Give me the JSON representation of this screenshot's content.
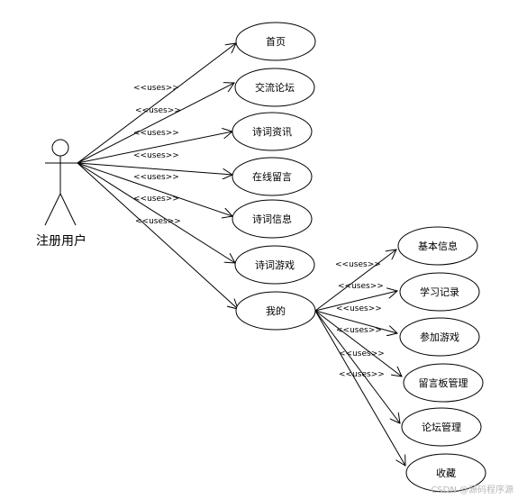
{
  "actor": {
    "label": "注册用户"
  },
  "relation_label": "<<uses>>",
  "primary_use_cases": [
    "首页",
    "交流论坛",
    "诗词资讯",
    "在线留言",
    "诗词信息",
    "诗词游戏",
    "我的"
  ],
  "sub_use_cases": [
    "基本信息",
    "学习记录",
    "参加游戏",
    "留言板管理",
    "论坛管理",
    "收藏"
  ],
  "watermark": "CSDN @源码程序源"
}
